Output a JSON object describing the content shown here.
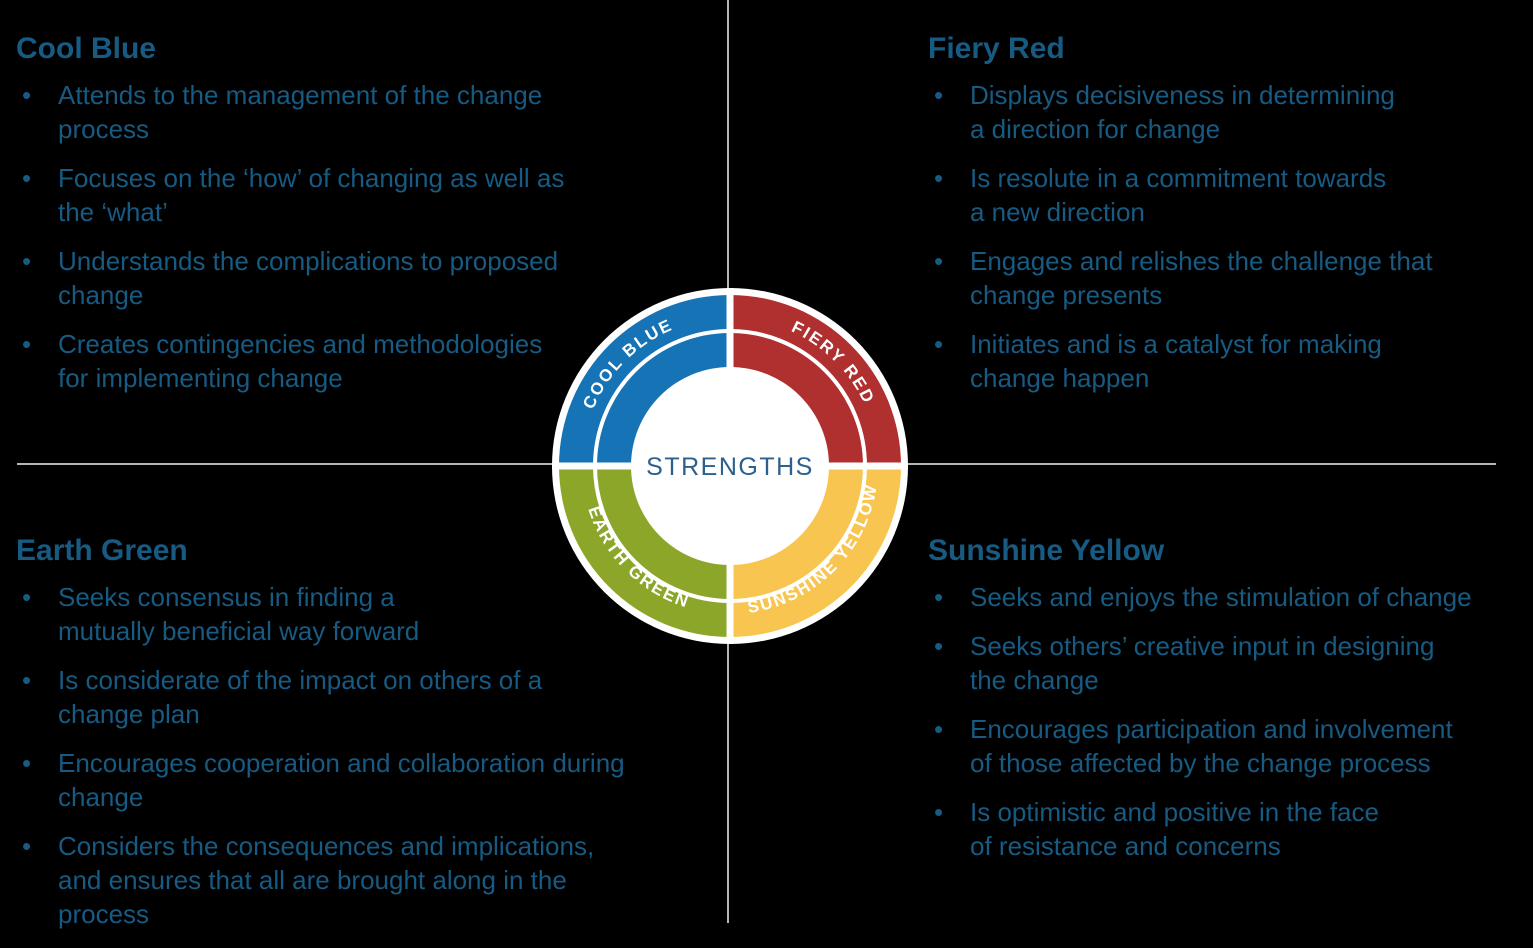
{
  "ui": {
    "bullet": "•"
  },
  "colors": {
    "background": "#000000",
    "text": "#175a82",
    "divider": "#b5b5b5",
    "wheel_center_text": "#2d608c"
  },
  "wheel": {
    "center_label": "STRENGTHS",
    "segments": [
      {
        "label": "COOL BLUE",
        "color": "#1573b6",
        "position": "top-left"
      },
      {
        "label": "FIERY RED",
        "color": "#b02f2f",
        "position": "top-right"
      },
      {
        "label": "EARTH GREEN",
        "color": "#8ca629",
        "position": "bottom-left"
      },
      {
        "label": "SUNSHINE YELLOW",
        "color": "#f8c650",
        "position": "bottom-right"
      }
    ]
  },
  "quadrants": [
    {
      "title": "Cool Blue",
      "bullets": [
        "Attends to the management of the change\nprocess",
        "Focuses on the ‘how’ of changing as well as\nthe ‘what’",
        "Understands the complications to proposed\nchange",
        "Creates contingencies and methodologies\nfor implementing change"
      ]
    },
    {
      "title": "Fiery Red",
      "bullets": [
        "Displays decisiveness in determining\na direction for change",
        "Is resolute in a commitment towards\na new direction",
        "Engages and relishes the challenge that\nchange presents",
        "Initiates and is a catalyst for making\nchange happen"
      ]
    },
    {
      "title": "Earth Green",
      "bullets": [
        "Seeks consensus in finding a\nmutually beneficial way forward",
        "Is considerate of the impact on others of a\nchange plan",
        "Encourages cooperation and collaboration during\nchange",
        "Considers the consequences and implications,\nand ensures that all are brought along in the\nprocess"
      ]
    },
    {
      "title": "Sunshine Yellow",
      "bullets": [
        "Seeks and enjoys the stimulation of change",
        "Seeks others’ creative input in designing\nthe change",
        "Encourages participation and involvement\nof those affected by the change process",
        "Is optimistic and positive in the face\nof resistance and concerns"
      ]
    }
  ]
}
